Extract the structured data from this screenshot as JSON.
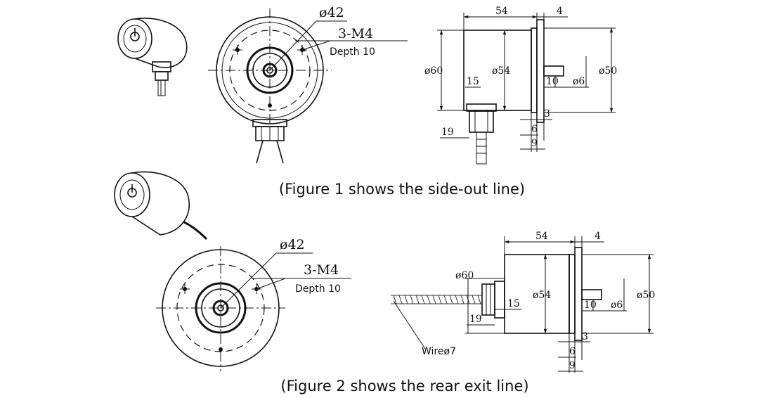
{
  "figure1": {
    "caption": "(Figure 1 shows the side-out line)",
    "front": {
      "diameter_label": "ø42",
      "thread_label": "3-M4",
      "depth_label": "Depth 10"
    },
    "side": {
      "len_54": "54",
      "len_4": "4",
      "dia_60": "ø60",
      "dia_54": "ø54",
      "dia_50": "ø50",
      "len_15": "15",
      "len_10": "10",
      "dia_6": "ø6",
      "len_3": "3",
      "len_19": "19",
      "len_6": "6",
      "len_9": "9"
    }
  },
  "figure2": {
    "caption": "(Figure 2 shows the rear exit line)",
    "front": {
      "diameter_label": "ø42",
      "thread_label": "3-M4",
      "depth_label": "Depth 10"
    },
    "side": {
      "len_54": "54",
      "len_4": "4",
      "dia_60": "ø60",
      "dia_54": "ø54",
      "dia_50": "ø50",
      "len_15": "15",
      "len_10": "10",
      "dia_6": "ø6",
      "len_3": "3",
      "len_19": "19",
      "len_6": "6",
      "len_9": "9",
      "wire_label": "Wireø7"
    }
  }
}
